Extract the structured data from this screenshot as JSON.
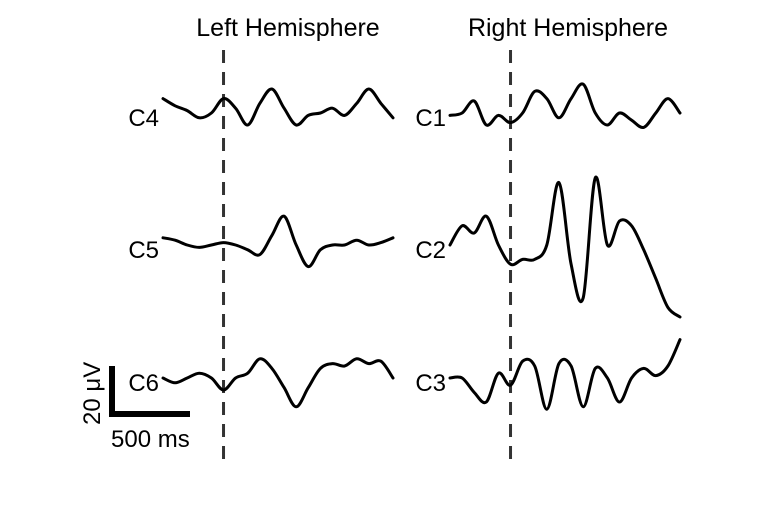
{
  "chart_data": {
    "type": "line",
    "title": "",
    "xlabel": "",
    "ylabel": "",
    "grid": false,
    "panels": [
      {
        "title": "Left Hemisphere",
        "channels": [
          "C4",
          "C5",
          "C6"
        ]
      },
      {
        "title": "Right Hemisphere",
        "channels": [
          "C1",
          "C2",
          "C3"
        ]
      }
    ],
    "scale_bar": {
      "amplitude_label": "20 μV",
      "time_label": "500 ms"
    },
    "x_ms": [
      0,
      125,
      250,
      375,
      500,
      625,
      750,
      875,
      1000,
      1125,
      1250,
      1375,
      1500,
      1625,
      1750,
      1875,
      2000,
      2125,
      2250,
      2375
    ],
    "stimulus_ms": 625,
    "series": [
      {
        "name": "C4",
        "panel": 0,
        "values_uV": [
          6,
          3,
          1,
          -2,
          0,
          6,
          2,
          -5,
          4,
          10,
          2,
          -5,
          -1,
          0,
          2,
          -1,
          4,
          10,
          4,
          -2
        ]
      },
      {
        "name": "C5",
        "panel": 0,
        "values_uV": [
          3,
          2,
          0,
          -1,
          0,
          1,
          0,
          -2,
          -4,
          4,
          12,
          0,
          -9,
          -2,
          0,
          0,
          2,
          0,
          1,
          3
        ]
      },
      {
        "name": "C6",
        "panel": 0,
        "values_uV": [
          0,
          -2,
          0,
          2,
          0,
          -5,
          0,
          2,
          8,
          4,
          -4,
          -12,
          -4,
          4,
          6,
          5,
          8,
          6,
          7,
          0
        ]
      },
      {
        "name": "C1",
        "panel": 1,
        "values_uV": [
          -1,
          0,
          5,
          -5,
          -1,
          -4,
          0,
          9,
          6,
          -2,
          6,
          12,
          0,
          -5,
          0,
          -3,
          -6,
          0,
          6,
          0
        ]
      },
      {
        "name": "C2",
        "panel": 1,
        "values_uV": [
          0,
          8,
          5,
          12,
          0,
          -8,
          -6,
          -6,
          0,
          26,
          -8,
          -22,
          28,
          0,
          10,
          8,
          -2,
          -14,
          -26,
          -30
        ]
      },
      {
        "name": "C3",
        "panel": 1,
        "values_uV": [
          0,
          0,
          -6,
          -10,
          2,
          -3,
          7,
          5,
          -13,
          6,
          5,
          -12,
          4,
          0,
          -10,
          0,
          4,
          1,
          5,
          16
        ]
      }
    ]
  }
}
